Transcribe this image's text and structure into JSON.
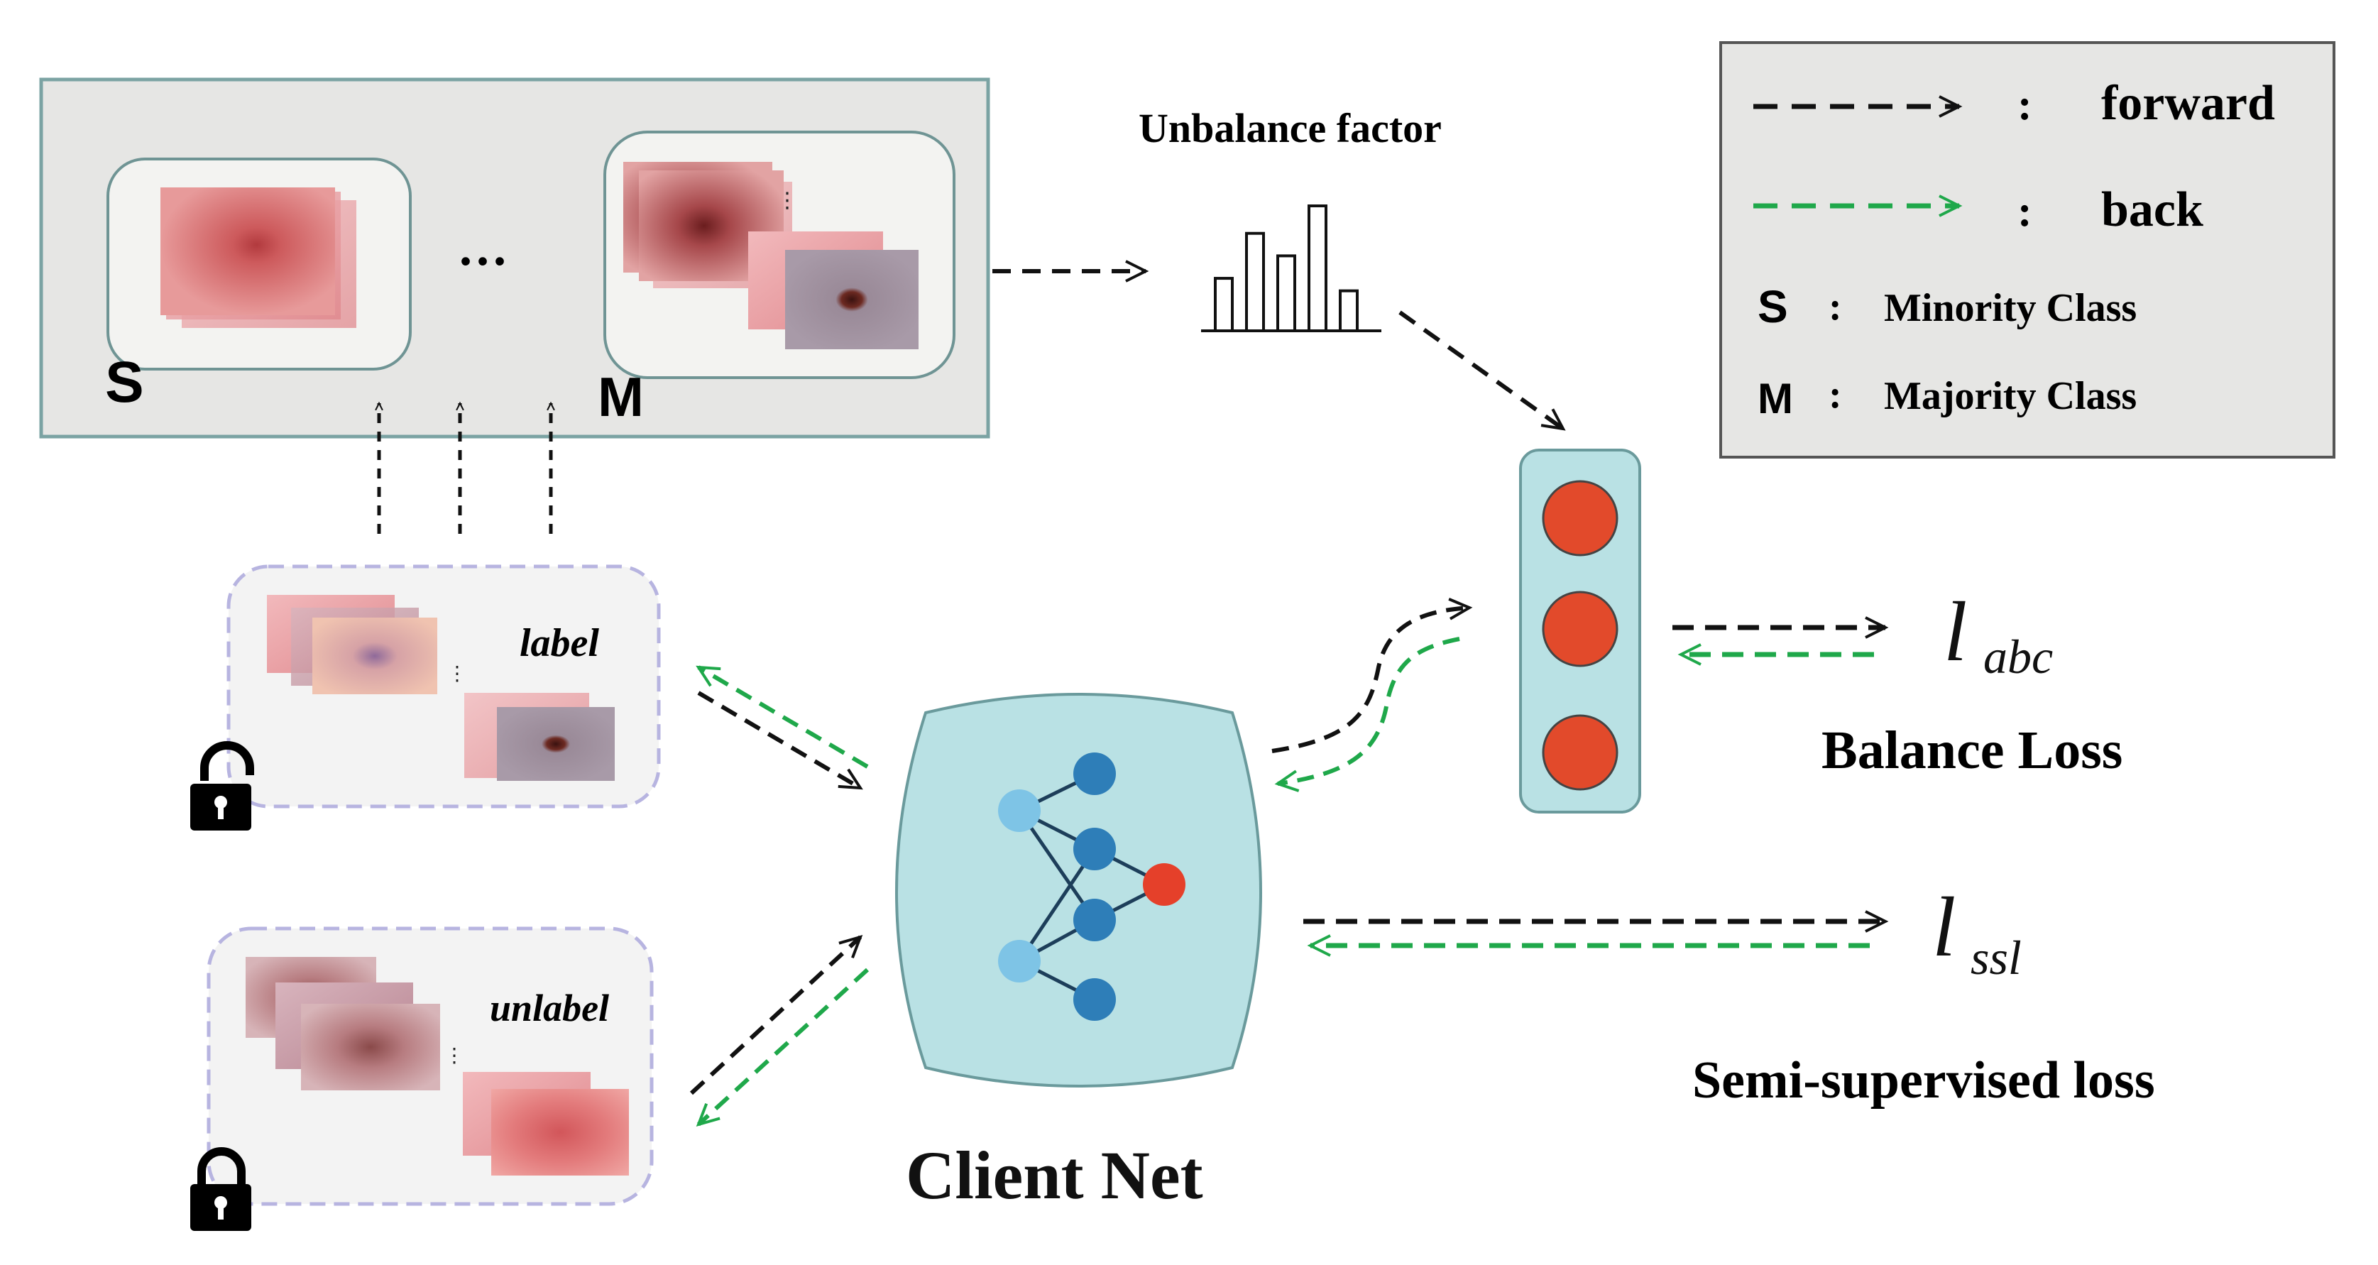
{
  "classes_panel": {
    "minority_tag": "S",
    "majority_tag": "M",
    "ellipsis": "···"
  },
  "unbalance": {
    "title": "Unbalance factor",
    "histogram_heights": [
      0.42,
      0.78,
      0.6,
      1.0,
      0.32
    ]
  },
  "legend": {
    "forward_label": "forward",
    "back_label": "back",
    "colon": ":",
    "minority_key": "S",
    "minority_label": "Minority Class",
    "majority_key": "M",
    "majority_label": "Majority Class"
  },
  "clients": {
    "label_text": "label",
    "unlabel_text": "unlabel",
    "labeled_lock": "unlocked-padlock-icon",
    "unlabeled_lock": "locked-padlock-icon"
  },
  "network": {
    "caption": "Client Net",
    "node_count_input": 2,
    "node_count_hidden": 4,
    "node_count_output": 1
  },
  "balance": {
    "loss_symbol": "l",
    "loss_subscript": "abc",
    "loss_caption": "Balance Loss"
  },
  "semi": {
    "loss_symbol": "l",
    "loss_subscript": "ssl",
    "loss_caption": "Semi-supervised loss"
  },
  "colors": {
    "forward_arrow": "#111111",
    "back_arrow": "#1fa84a",
    "panel_fill": "#e6e6e4",
    "panel_stroke": "#7ba3a3",
    "net_fill": "#b9e1e4",
    "net_stroke": "#6a9a9c",
    "node_dark": "#2e7eb8",
    "node_light": "#7ec4e6",
    "node_output": "#e5402a",
    "abc_node": "#e24a2b",
    "client_border": "#b7b4e0"
  }
}
